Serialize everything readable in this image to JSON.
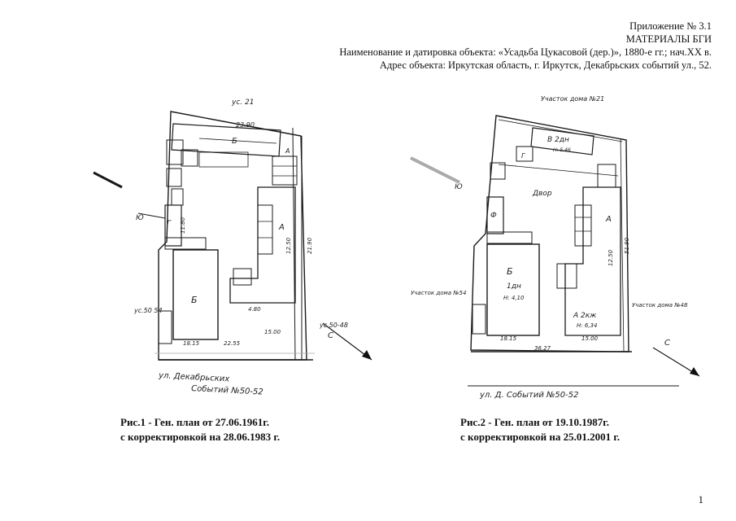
{
  "header": {
    "appendix": "Приложение № 3.1",
    "materials": "МАТЕРИАЛЫ БГИ",
    "object_name": "Наименование и датировка объекта: «Усадьба Цукасовой (дер.)», 1880-е гг.; нач.XX в.",
    "object_address": "Адрес объекта: Иркутская область, г. Иркутск, Декабрьских событий ул., 52."
  },
  "plan1": {
    "labels": {
      "street_top": "ус. 21",
      "dim_top": "23.90",
      "building_b_top": "Б",
      "building_a_top": "А",
      "building_g": "Г",
      "dim_left": "11.80",
      "building_b": "Б",
      "building_a": "А",
      "dim_bottom_left": "18.15",
      "dim_bottom_mid": "22.55",
      "dim_bottom_right": "15.00",
      "dim_right": "21.90",
      "dim_right2": "12.50",
      "dim_mid": "4.80",
      "yu": "Ю",
      "neighbor_left": "ус.50 54",
      "neighbor_right": "ус.50-48",
      "north": "С",
      "street_bottom_1": "ул. Декабрьских",
      "street_bottom_2": "Событий №50-52"
    }
  },
  "plan2": {
    "labels": {
      "neighbor_top": "Участок дома №21",
      "building_v": "В 2дн",
      "building_v_h": "Н: 5,46",
      "building_g": "Г",
      "dvor": "Двор",
      "building_f": "Ф",
      "building_b": "Б",
      "building_b_floors": "1дн",
      "building_b_h": "Н: 4,10",
      "building_a": "А",
      "building_a_floors": "А 2кж",
      "building_a_h": "Н: 6,34",
      "dim_bottom_left": "18.15",
      "dim_bottom_total": "36.27",
      "dim_bottom_right": "15.00",
      "dim_right": "51.90",
      "dim_mid": "12.50",
      "yu": "Ю",
      "neighbor_left": "Участок дома №54",
      "neighbor_right": "Участок дома №48",
      "north": "С",
      "street_bottom": "ул. Д. Событий №50-52"
    }
  },
  "captions": {
    "fig1_line1": "Рис.1 - Ген. план от 27.06.1961г.",
    "fig1_line2": "с корректировкой на 28.06.1983 г.",
    "fig2_line1": "Рис.2 - Ген. план от 19.10.1987г.",
    "fig2_line2": "с корректировкой на 25.01.2001 г."
  },
  "page_number": "1"
}
